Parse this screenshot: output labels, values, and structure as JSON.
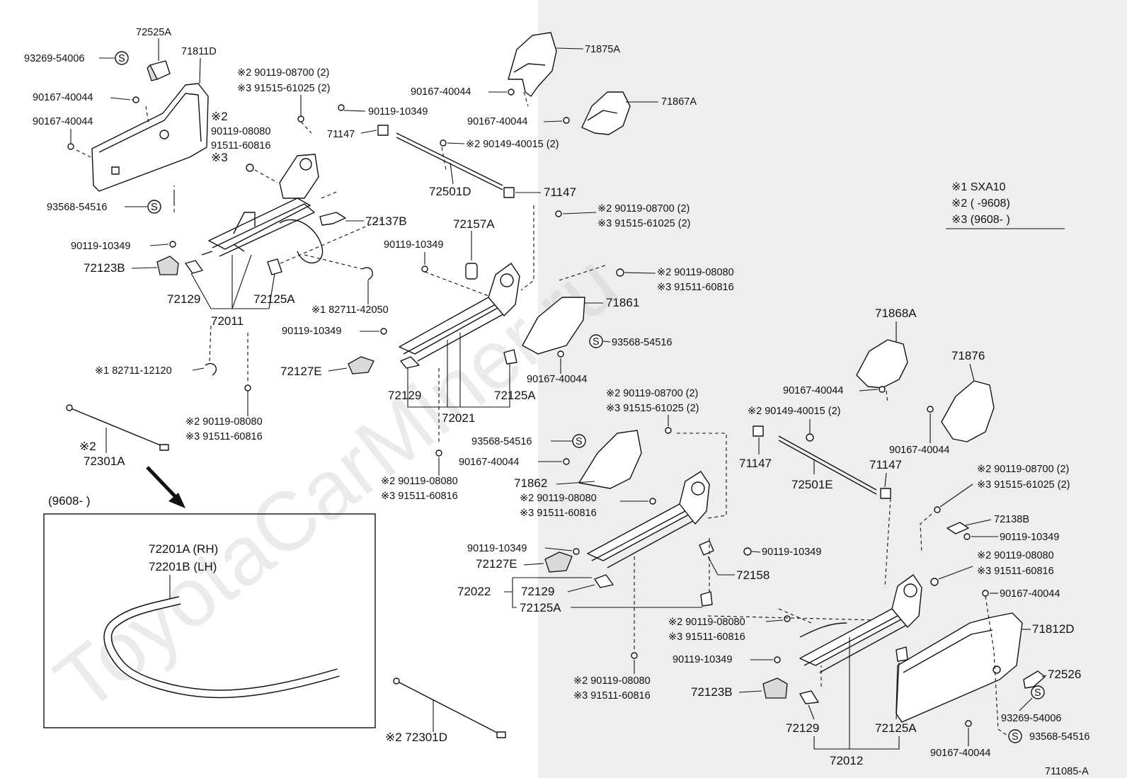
{
  "watermark": "ToyotaCarMiner.ru",
  "figure_code": "711085-A",
  "legend": {
    "row1": "※1 SXA10",
    "row2": "※2 (        -9608)",
    "row3": "※3 (9608-        )"
  },
  "inset": {
    "header": "(9608-        )",
    "rh": "72201A (RH)",
    "lh": "72201B (LH)"
  },
  "labels": {
    "p72525A": "72525A",
    "p93269_l": "93269-54006",
    "p71811D": "71811D",
    "p90167_a": "90167-40044",
    "p90167_b": "90167-40044",
    "p93568_a": "93568-54516",
    "p2_90119_08700_a": "※2 90119-08700 (2)",
    "p3_91515_61025_a": "※3 91515-61025 (2)",
    "p90119_10349_a": "90119-10349",
    "p2_alone": "※2",
    "p90119_08080_a": "90119-08080",
    "p91511_60816_a": "91511-60816",
    "p3_alone": "※3",
    "p71147_a": "71147",
    "p2_90149_a": "※2 90149-40015 (2)",
    "p72501D": "72501D",
    "p71147_b": "71147",
    "p71875A": "71875A",
    "p90167_c": "90167-40044",
    "p71867A": "71867A",
    "p90167_d": "90167-40044",
    "p72137B": "72137B",
    "p72157A": "72157A",
    "p90119_10349_b": "90119-10349",
    "p2_90119_08700_b": "※2 90119-08700 (2)",
    "p3_91515_61025_b": "※3 91515-61025 (2)",
    "p90119_10349_c": "90119-10349",
    "p72123B_a": "72123B",
    "p72129_a": "72129",
    "p72125A_a": "72125A",
    "p72011": "72011",
    "p1_82711_42050": "※1 82711-42050",
    "p2_90119_08080_b": "※2 90119-08080",
    "p3_91511_60816_b": "※3 91511-60816",
    "p71861": "71861",
    "p90119_10349_d": "90119-10349",
    "p93568_b": "93568-54516",
    "p72127E_a": "72127E",
    "p1_82711_12120": "※1 82711-12120",
    "p72129_b": "72129",
    "p72125A_b": "72125A",
    "p72021": "72021",
    "p90167_e": "90167-40044",
    "p2_90119_08080_c": "※2 90119-08080",
    "p3_91511_60816_c": "※3 91511-60816",
    "p2_72301A": "※2",
    "p72301A": "72301A",
    "p93568_c": "93568-54516",
    "p90167_f": "90167-40044",
    "p2_90119_08080_d": "※2 90119-08080",
    "p3_91511_60816_d": "※3 91511-60816",
    "p71862": "71862",
    "p2_90119_08700_c": "※2 90119-08700 (2)",
    "p3_91515_61025_c": "※3 91515-61025 (2)",
    "p2_90149_b": "※2 90149-40015 (2)",
    "p71868A": "71868A",
    "p90167_g": "90167-40044",
    "p71876": "71876",
    "p90167_h": "90167-40044",
    "p71147_c": "71147",
    "p72501E": "72501E",
    "p71147_d": "71147",
    "p2_90119_08700_d": "※2 90119-08700 (2)",
    "p3_91515_61025_d": "※3 91515-61025 (2)",
    "p2_90119_08080_e": "※2 90119-08080",
    "p3_91511_60816_e": "※3 91511-60816",
    "p72138B": "72138B",
    "p90119_10349_e": "90119-10349",
    "p2_90119_08080_f": "※2 90119-08080",
    "p3_91511_60816_f": "※3 91511-60816",
    "p90119_10349_f": "90119-10349",
    "p72127E_b": "72127E",
    "p72022": "72022",
    "p72129_c": "72129",
    "p72125A_c": "72125A",
    "p90119_10349_g": "90119-10349",
    "p72158": "72158",
    "p90167_i": "90167-40044",
    "p2_90119_08080_g": "※2 90119-08080",
    "p3_91511_60816_g": "※3 91511-60816",
    "p71812D": "71812D",
    "p90119_10349_h": "90119-10349",
    "p72526": "72526",
    "p2_90119_08080_h": "※2 90119-08080",
    "p3_91511_60816_h": "※3 91511-60816",
    "p72123B_b": "72123B",
    "p93269_r": "93269-54006",
    "p72129_d": "72129",
    "p72125A_d": "72125A",
    "p93568_d": "93568-54516",
    "p72012": "72012",
    "p90167_j": "90167-40044",
    "p2_72301D": "※2 72301D",
    "s_mark": "S"
  }
}
